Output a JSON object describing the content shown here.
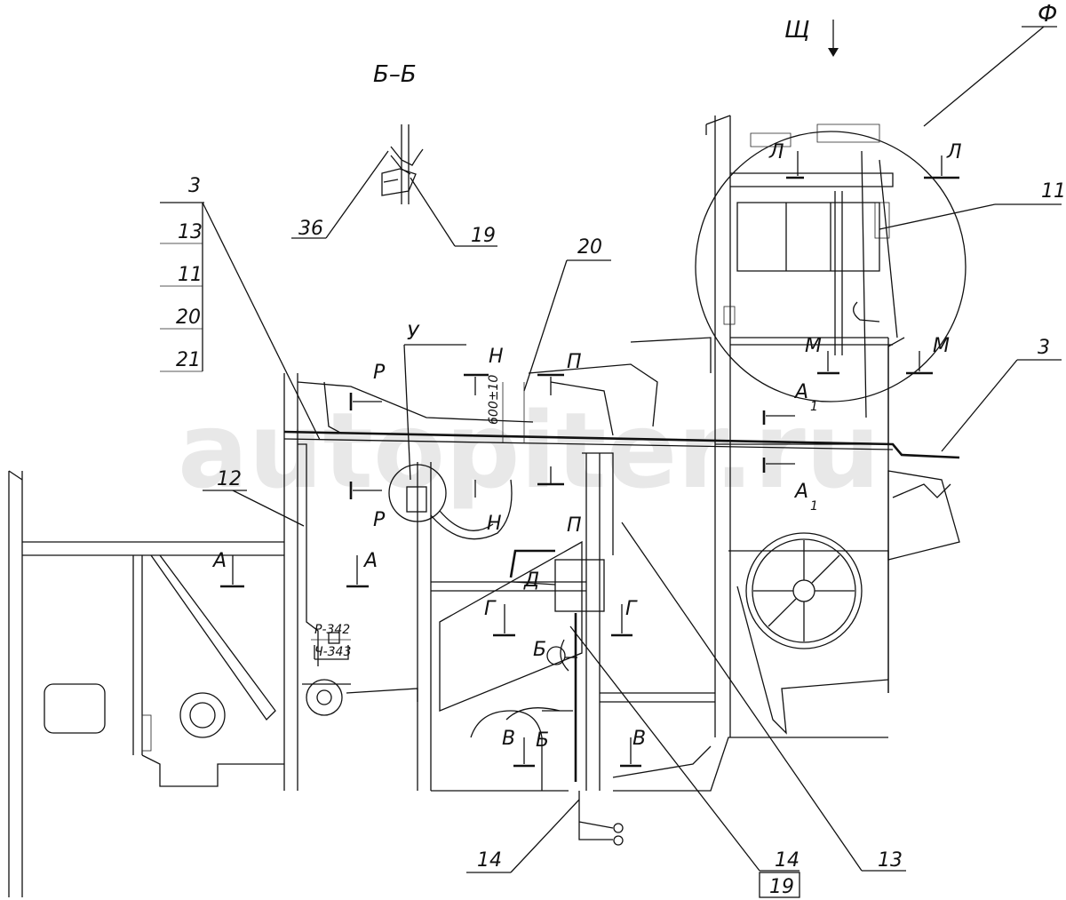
{
  "title": "Б–Б",
  "watermark": "autopiter.ru",
  "views": {
    "shch": "Щ",
    "f": "Ф"
  },
  "callouts": {
    "c36": "36",
    "c19_top": "19",
    "c20": "20",
    "c3_left": "3",
    "stack": [
      "13",
      "11",
      "20",
      "21"
    ],
    "c11": "11",
    "c3_right": "3",
    "c12": "12",
    "c14_left": "14",
    "c14_right": "14",
    "c19_boxed": "19",
    "c13_bottom": "13"
  },
  "section_marks": {
    "l1": "Л",
    "l2": "Л",
    "m1": "М",
    "m2": "М",
    "a1_top": "А",
    "a1_top_sub": "1",
    "a1_bot": "А",
    "a1_bot_sub": "1",
    "u": "У",
    "r1": "Р",
    "r2": "Р",
    "n1": "Н",
    "n2": "Н",
    "p1": "П",
    "p2": "П",
    "a_left": "А",
    "a_right": "А",
    "d": "Д",
    "g1": "Г",
    "g2": "Г",
    "b1": "Б",
    "b2": "Б",
    "v1": "В",
    "v2": "В"
  },
  "dimension": "600±10",
  "connectors": {
    "top": "Р-342",
    "bottom": "Ч-343"
  }
}
